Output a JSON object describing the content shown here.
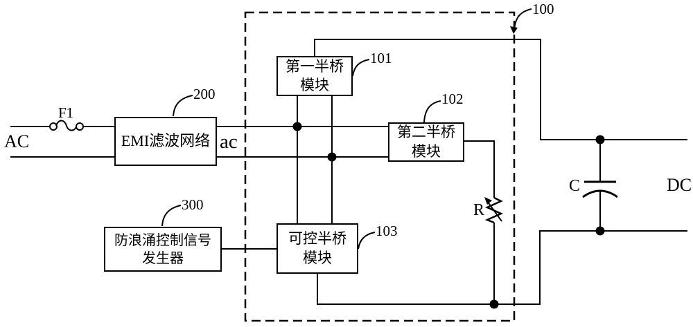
{
  "diagram": {
    "title_hint": "surge-protected AC-DC converter block diagram",
    "colors": {
      "line": "#000000",
      "background": "#ffffff"
    },
    "labels": {
      "ac_input": "AC",
      "dc_output": "DC",
      "ac_internal": "ac",
      "fuse": "F1",
      "resistor": "R",
      "capacitor": "C"
    },
    "refs": {
      "dashed_box": "100",
      "first_half_bridge": "101",
      "second_half_bridge": "102",
      "controllable_half_bridge": "103",
      "emi_filter": "200",
      "surge_generator": "300"
    },
    "boxes": {
      "emi_filter": {
        "label": "EMI滤波网络"
      },
      "first_half_bridge": {
        "line1": "第一半桥",
        "line2": "模块"
      },
      "second_half_bridge": {
        "line1": "第二半桥",
        "line2": "模块"
      },
      "controllable_half_bridge": {
        "line1": "可控半桥",
        "line2": "模块"
      },
      "surge_generator": {
        "line1": "防浪涌控制信号",
        "line2": "发生器"
      }
    }
  }
}
